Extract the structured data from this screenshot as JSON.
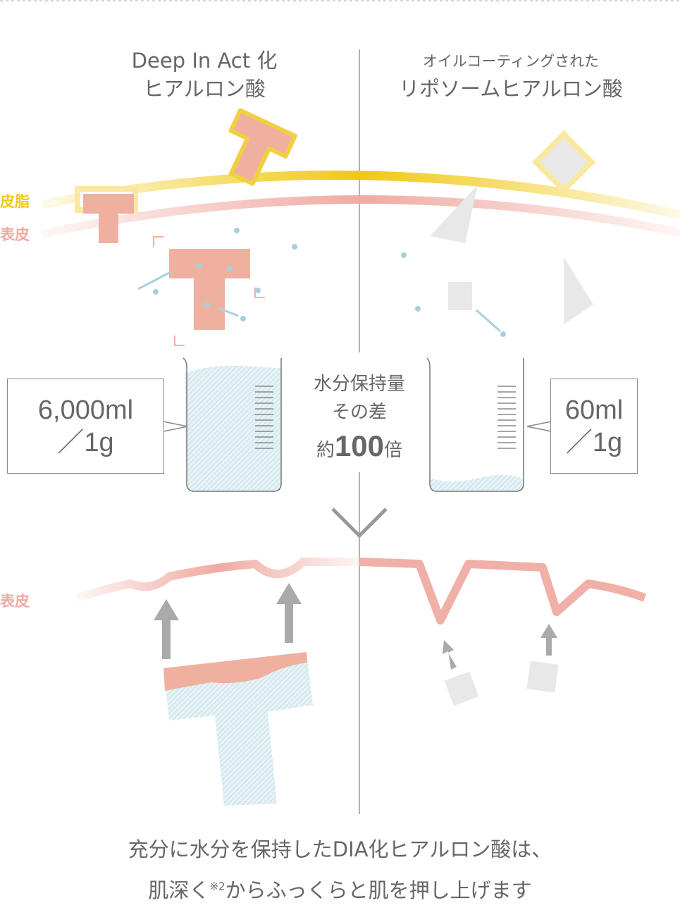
{
  "left": {
    "title_line1": "Deep In Act 化",
    "title_line2": "ヒアルロン酸",
    "amount": "6,000ml",
    "per": "／1g"
  },
  "right": {
    "title_line1": "オイルコーティングされた",
    "title_line2": "リポソームヒアルロン酸",
    "amount": "60ml",
    "per": "／1g"
  },
  "labels": {
    "sebum": "皮脂",
    "epidermis": "表皮",
    "epidermis_bottom": "表皮"
  },
  "comparison": {
    "line1": "水分保持量",
    "line2": "その差",
    "prefix": "約",
    "number": "100",
    "suffix": "倍"
  },
  "footer": {
    "line1": "充分に水分を保持したDIA化ヒアルロン酸は、",
    "line2_a": "肌深く",
    "note": "※2",
    "line2_b": "からふっくらと肌を押し上げます"
  },
  "colors": {
    "sebum": "#f0c814",
    "epidermis": "#f0aaa2",
    "text": "#666666",
    "water": "#b8d8e0"
  }
}
